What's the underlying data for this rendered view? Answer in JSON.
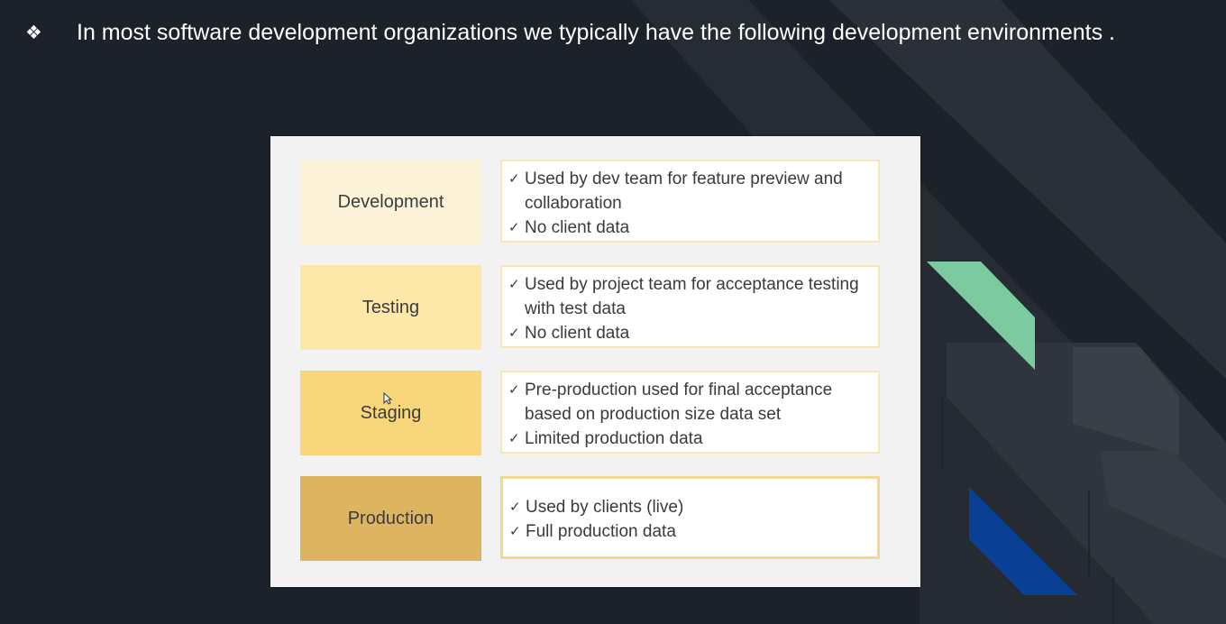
{
  "heading": {
    "bullet": "❖",
    "text": "In most software development organizations we typically have the following development environments ."
  },
  "check_mark": "✓",
  "environments": [
    {
      "label": "Development",
      "lines": [
        "Used by dev team for feature preview and collaboration",
        "No client data"
      ]
    },
    {
      "label": "Testing",
      "lines": [
        "Used by project team for acceptance testing with test data",
        "No client data"
      ]
    },
    {
      "label": "Staging",
      "lines": [
        "Pre-production used for final acceptance based on production size data set",
        "Limited production data"
      ]
    },
    {
      "label": "Production",
      "lines": [
        "Used by clients (live)",
        "Full production data"
      ]
    }
  ],
  "colors": {
    "background": "#1c222a",
    "green_accent": "#7ccaa0",
    "blue_accent": "#0a3f96",
    "development": "#fcf3d9",
    "testing": "#fde7a9",
    "staging": "#f8d77b",
    "production": "#ddb561"
  }
}
